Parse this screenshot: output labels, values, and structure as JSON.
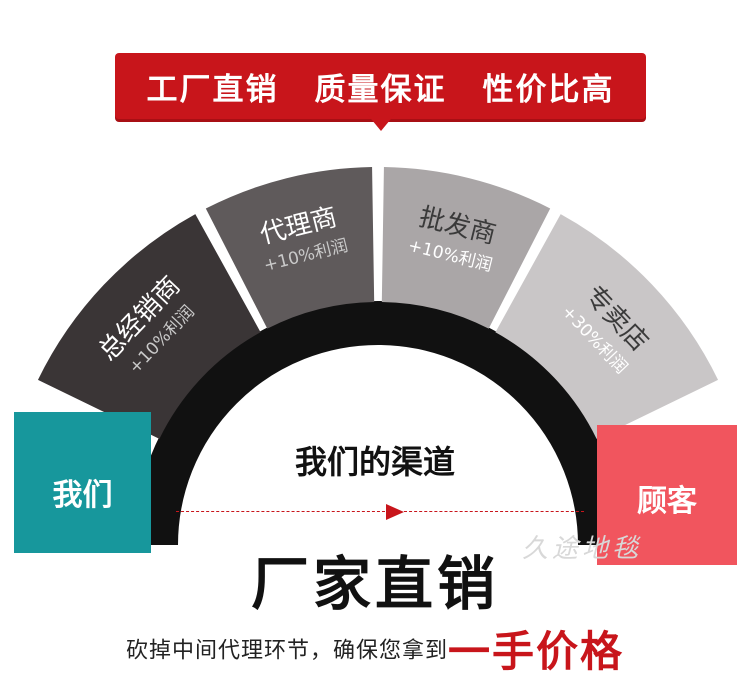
{
  "banner": {
    "items": [
      "工厂直销",
      "质量保证",
      "性价比高"
    ],
    "color": "#c8151b"
  },
  "arch": {
    "segments": [
      {
        "name": "总经销商",
        "profit": "+10%利润",
        "color": "#3a3536"
      },
      {
        "name": "代理商",
        "profit": "+10%利润",
        "color": "#5f5a5b"
      },
      {
        "name": "批发商",
        "profit": "+10%利润",
        "color": "#aaa6a7"
      },
      {
        "name": "专卖店",
        "profit": "+30%利润",
        "color": "#c9c6c7"
      }
    ],
    "channel_title": "我们的渠道"
  },
  "left_box": {
    "label": "我们",
    "color": "#17979c"
  },
  "right_box": {
    "label": "顾客",
    "color": "#f1555e"
  },
  "watermark": "久途地毯",
  "main_title": "厂家直销",
  "bottom": {
    "text": "砍掉中间代理环节，确保您拿到",
    "highlight": "一手价格"
  }
}
